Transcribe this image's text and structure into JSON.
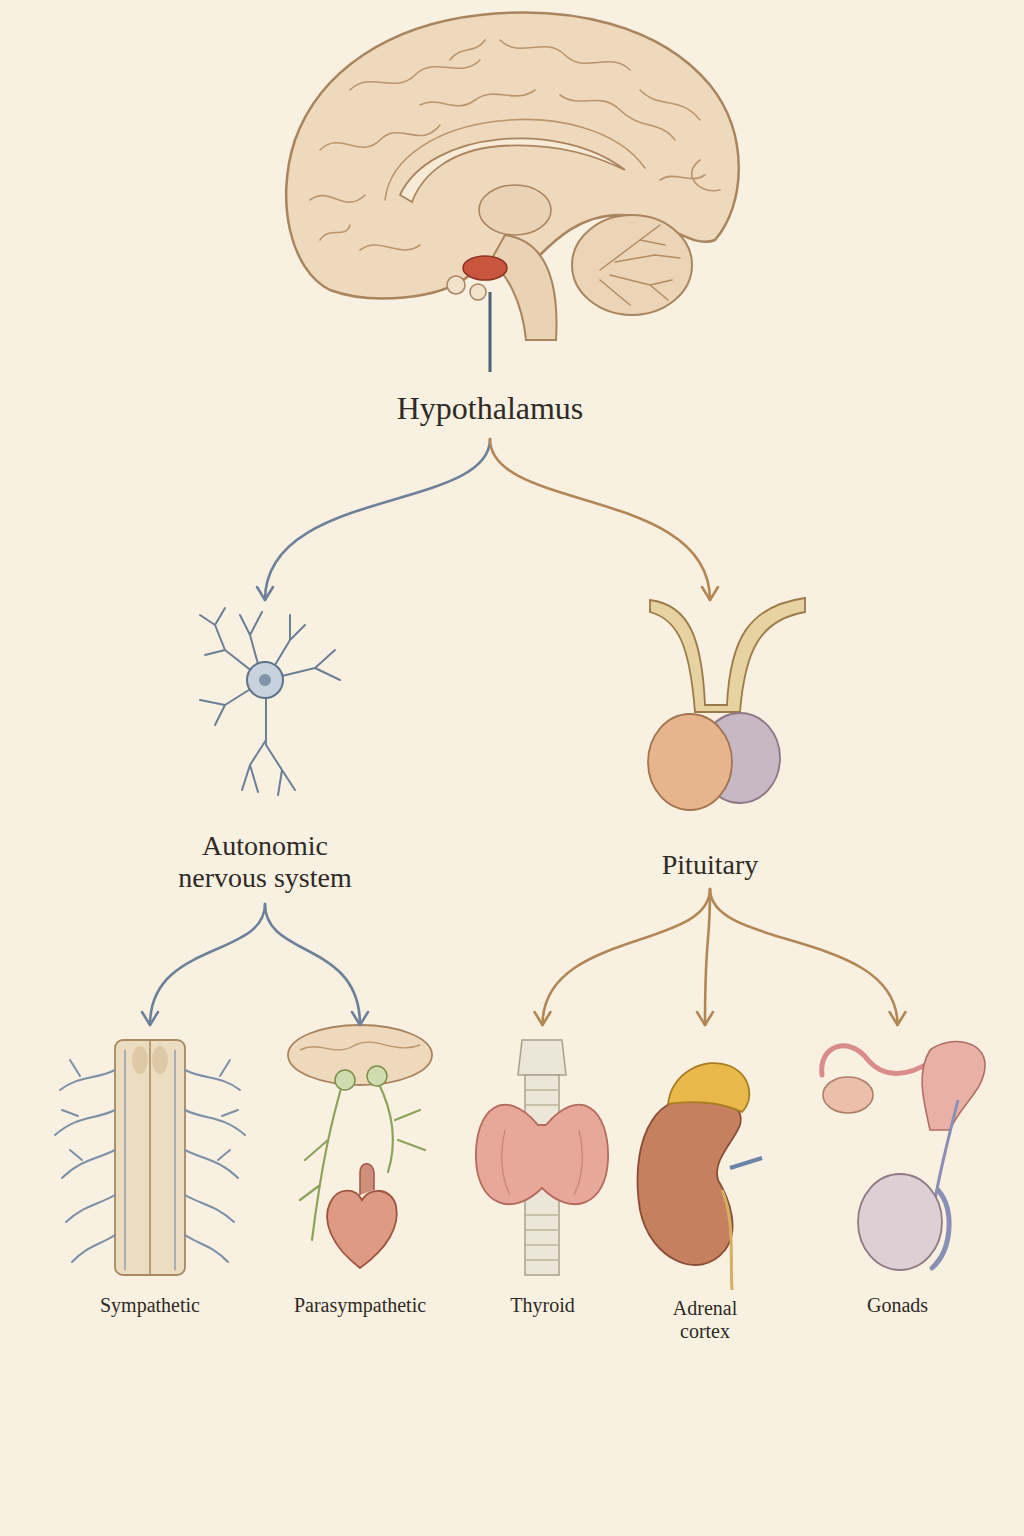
{
  "diagram": {
    "nodes": [
      {
        "text": [
          "Hypothalamus"
        ]
      },
      {
        "text": [
          "Autonomic nervous system"
        ]
      },
      {
        "text": [
          "Pituitary"
        ]
      },
      {
        "text": [
          "Sympathetic"
        ]
      },
      {
        "text": [
          "Parasympathetic"
        ]
      },
      {
        "text": [
          "Thyroid"
        ]
      },
      {
        "text": [
          "Adrenal cortex"
        ]
      },
      {
        "text": [
          "Gonads"
        ]
      }
    ],
    "edges": [
      {
        "from": 0,
        "to": 1,
        "arrow": "to"
      },
      {
        "from": 0,
        "to": 2,
        "arrow": "to"
      },
      {
        "from": 1,
        "to": 3,
        "arrow": "to"
      },
      {
        "from": 1,
        "to": 4,
        "arrow": "to"
      },
      {
        "from": 2,
        "to": 5,
        "arrow": "to"
      },
      {
        "from": 2,
        "to": 6,
        "arrow": "to"
      },
      {
        "from": 2,
        "to": 7,
        "arrow": "to"
      }
    ]
  }
}
